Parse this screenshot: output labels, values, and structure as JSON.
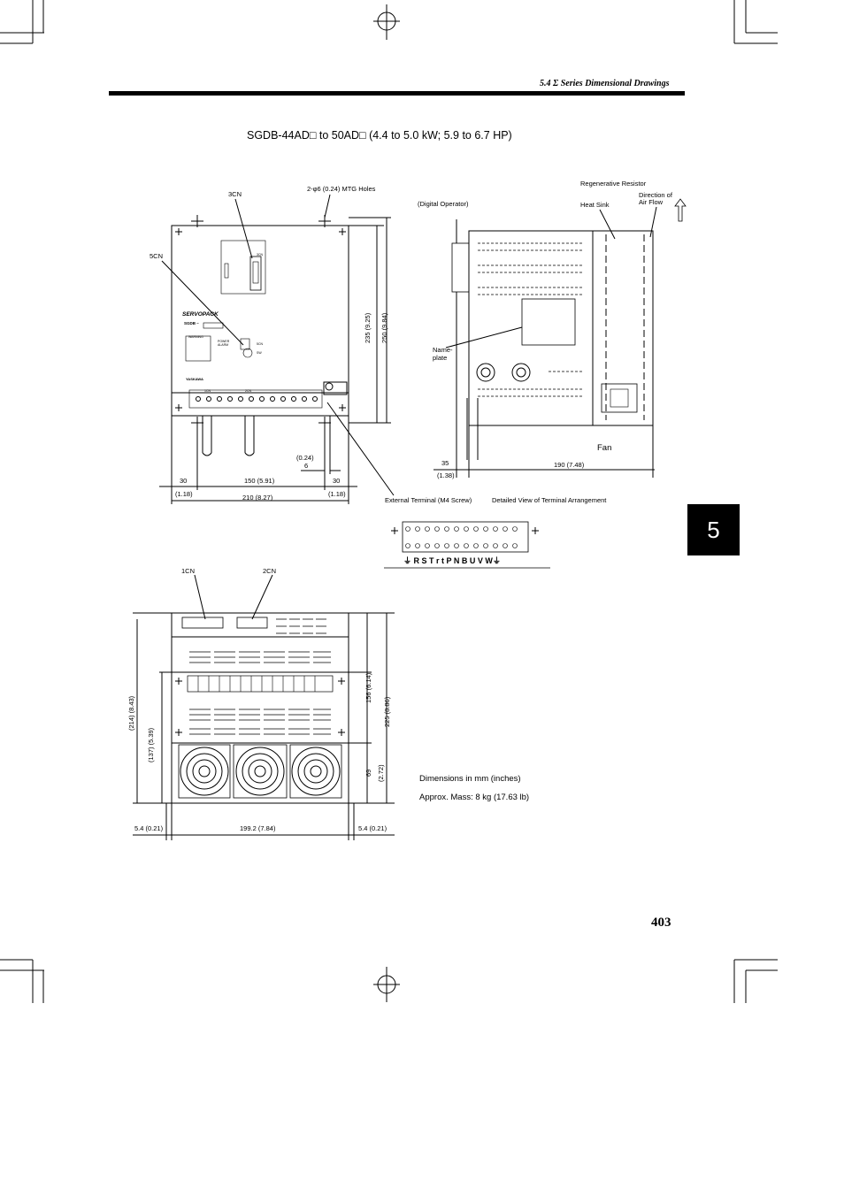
{
  "header": {
    "section": "5.4  Σ Series Dimensional Drawings",
    "page_number": "403",
    "chapter_tab": "5"
  },
  "title": "SGDB-44AD□  to 50AD□   (4.4 to 5.0 kW; 5.9 to 6.7 HP)",
  "front_view": {
    "label_3cn": "3CN",
    "label_5cn": "5CN",
    "mtg_holes": "2-φ6 (0.24) MTG Holes",
    "brand": "SERVOPACK",
    "model": "SGDB –",
    "warning": "WARNING",
    "power_alarm": "POWER\nALARM",
    "label_5cn_small": "5CN",
    "label_sw": "SW",
    "yaskawa": "YASKAWA",
    "label_1cn_small": "1CN",
    "label_2cn_small": "2CN",
    "label_3cn_small": "3CN",
    "dim_235": "235 (9.25)",
    "dim_250": "250 (9.84)",
    "dim_024": "(0.24)",
    "dim_6": "6",
    "dim_30_left": "30",
    "dim_118_left": "(1.18)",
    "dim_150": "150 (5.91)",
    "dim_30_right": "30",
    "dim_118_right": "(1.18)",
    "dim_210": "210 (8.27)"
  },
  "side_view": {
    "digital_operator": "(Digital Operator)",
    "regen_resistor": "Regenerative Resistor",
    "heat_sink": "Heat Sink",
    "air_flow": "Direction of\nAir Flow",
    "nameplate": "Name-\nplate",
    "fan": "Fan",
    "dim_35": "35",
    "dim_138": "(1.38)",
    "dim_190": "190 (7.48)"
  },
  "terminal": {
    "external": "External Terminal (M4 Screw)",
    "detail": "Detailed View of Terminal Arrangement",
    "arrangement": "R S T  r  t  P N B U V W"
  },
  "bottom_view": {
    "label_1cn": "1CN",
    "label_2cn": "2CN",
    "dim_214": "(214) (8.43)",
    "dim_137": "(137) (5.39)",
    "dim_156": "156 (6.14)",
    "dim_225": "225 (8.86)",
    "dim_69": "69",
    "dim_272": "(2.72)",
    "dim_54_left": "5.4 (0.21)",
    "dim_1992": "199.2 (7.84)",
    "dim_54_right": "5.4 (0.21)"
  },
  "notes": {
    "units": "Dimensions in mm (inches)",
    "mass": "Approx. Mass: 8 kg (17.63 lb)"
  }
}
